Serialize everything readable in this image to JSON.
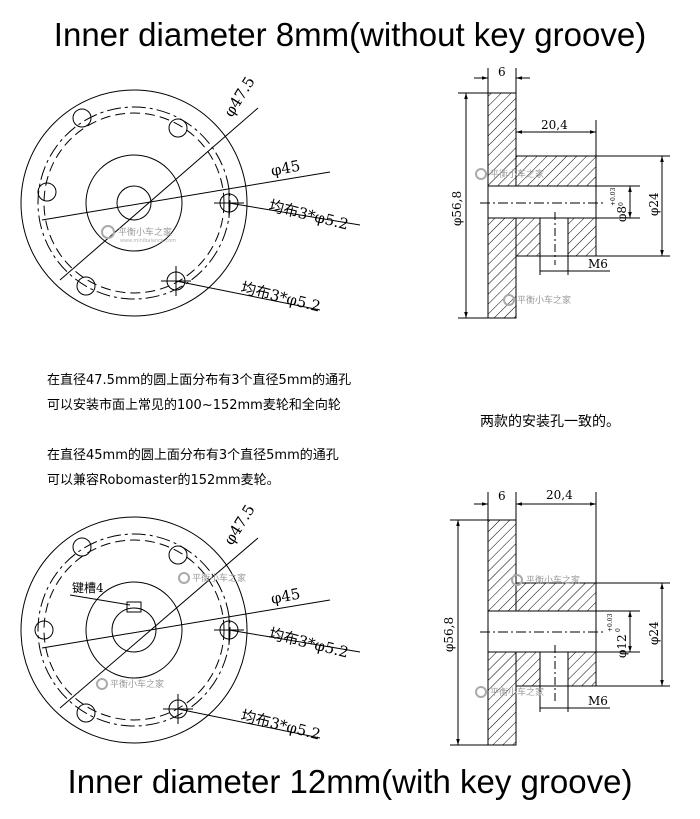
{
  "titles": {
    "top": "Inner diameter 8mm(without key groove)",
    "bottom": "Inner diameter 12mm(with key groove)"
  },
  "notes": {
    "line1": "在直径47.5mm的圆上面分布有3个直径5mm的通孔",
    "line2": "可以安装市面上常见的100~152mm麦轮和全向轮",
    "line3": "在直径45mm的圆上面分布有3个直径5mm的通孔",
    "line4": "可以兼容Robomaster的152mm麦轮。",
    "right": "两款的安装孔一致的。"
  },
  "watermark": {
    "name": "平衡小车之家",
    "url": "www.minibalance.com"
  },
  "top_front": {
    "d_pcd1": "φ47.5",
    "d_pcd2": "φ45",
    "holes_a": "均布3*φ5.2",
    "holes_b": "均布3*φ5.2"
  },
  "top_side": {
    "flange_thickness": "6",
    "hub_length": "20,4",
    "outer_diameter": "φ56,8",
    "bore": "φ8",
    "bore_tol_upper": "+0.03",
    "bore_tol_lower": "0",
    "hub_diameter": "φ24",
    "thread": "M6"
  },
  "bottom_front": {
    "d_pcd1": "φ47.5",
    "d_pcd2": "φ45",
    "holes_a": "均布3*φ5.2",
    "holes_b": "均布3*φ5.2",
    "key_label": "键槽4"
  },
  "bottom_side": {
    "flange_thickness": "6",
    "hub_length": "20,4",
    "outer_diameter": "φ56,8",
    "bore": "φ12",
    "bore_tol_upper": "+0.03",
    "bore_tol_lower": "0",
    "hub_diameter": "φ24",
    "thread": "M6"
  }
}
